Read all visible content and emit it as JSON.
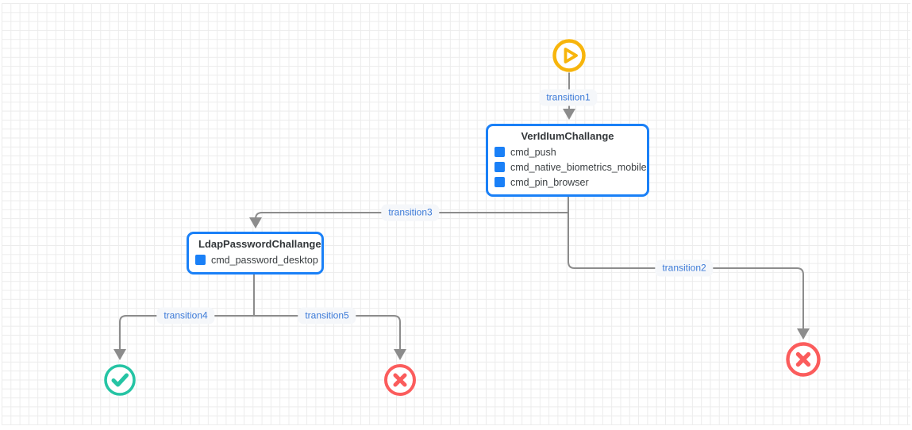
{
  "diagram": {
    "start_node": {
      "icon": "play-icon",
      "color": "#f7b50c"
    },
    "nodes": [
      {
        "title": "VerIdIumChallange",
        "items": [
          "cmd_push",
          "cmd_native_biometrics_mobile",
          "cmd_pin_browser"
        ]
      },
      {
        "title": "LdapPasswordChallange",
        "items": [
          "cmd_password_desktop"
        ]
      }
    ],
    "transitions": [
      {
        "label": "transition1"
      },
      {
        "label": "transition2"
      },
      {
        "label": "transition3"
      },
      {
        "label": "transition4"
      },
      {
        "label": "transition5"
      }
    ],
    "end_nodes": [
      {
        "type": "success",
        "icon": "check-icon",
        "color": "#25c4a4"
      },
      {
        "type": "error",
        "icon": "x-icon",
        "color": "#fb5c5c"
      },
      {
        "type": "error",
        "icon": "x-icon",
        "color": "#fb5c5c"
      }
    ],
    "colors": {
      "node_border": "#1a80f7",
      "command_square": "#1a80f7",
      "transition_text": "#3d7bd8",
      "transition_background": "#f5f7fa",
      "connector": "#8c8c8c",
      "grid_line": "#ececec",
      "canvas_background": "#ffffff"
    }
  }
}
